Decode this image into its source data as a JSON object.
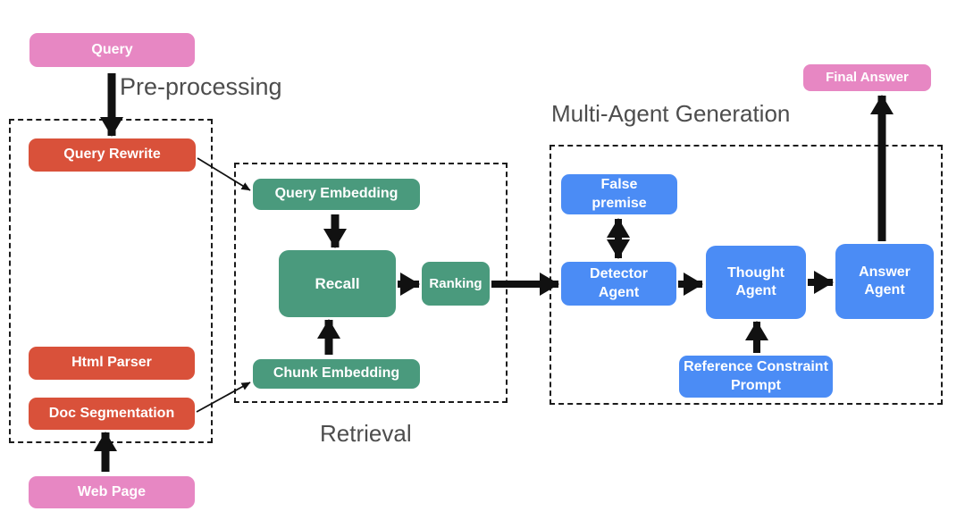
{
  "colors": {
    "pink": "#e787c3",
    "red": "#d9513a",
    "green": "#4a9a7d",
    "blue": "#4b8cf5",
    "label": "#4d4d4d",
    "arrow": "#111111"
  },
  "groups": {
    "preprocessing": {
      "label": "Pre-processing"
    },
    "retrieval": {
      "label": "Retrieval"
    },
    "multi_agent_generation": {
      "label": "Multi-Agent Generation"
    }
  },
  "nodes": {
    "query": {
      "label": "Query",
      "color": "pink"
    },
    "query_rewrite": {
      "label": "Query Rewrite",
      "color": "red"
    },
    "html_parser": {
      "label": "Html Parser",
      "color": "red"
    },
    "doc_segmentation": {
      "label": "Doc Segmentation",
      "color": "red"
    },
    "web_page": {
      "label": "Web Page",
      "color": "pink"
    },
    "query_embedding": {
      "label": "Query Embedding",
      "color": "green"
    },
    "recall": {
      "label": "Recall",
      "color": "green"
    },
    "ranking": {
      "label": "Ranking",
      "color": "green"
    },
    "chunk_embedding": {
      "label": "Chunk Embedding",
      "color": "green"
    },
    "false_premise": {
      "label": "False premise",
      "color": "blue"
    },
    "detector_agent": {
      "label": "Detector Agent",
      "color": "blue"
    },
    "thought_agent": {
      "label": "Thought Agent",
      "color": "blue"
    },
    "answer_agent": {
      "label": "Answer Agent",
      "color": "blue"
    },
    "reference_constraint_prompt": {
      "label": "Reference Constraint Prompt",
      "color": "blue"
    },
    "final_answer": {
      "label": "Final Answer",
      "color": "pink"
    }
  },
  "edges": [
    {
      "from": "query",
      "to": "query_rewrite",
      "style": "thick"
    },
    {
      "from": "query_rewrite",
      "to": "query_embedding",
      "style": "thin"
    },
    {
      "from": "web_page",
      "to": "doc_segmentation",
      "style": "thick"
    },
    {
      "from": "doc_segmentation",
      "to": "chunk_embedding",
      "style": "thin"
    },
    {
      "from": "query_embedding",
      "to": "recall",
      "style": "thick"
    },
    {
      "from": "chunk_embedding",
      "to": "recall",
      "style": "thick"
    },
    {
      "from": "recall",
      "to": "ranking",
      "style": "thick"
    },
    {
      "from": "ranking",
      "to": "detector_agent",
      "style": "thick"
    },
    {
      "from": "false_premise",
      "to": "detector_agent",
      "style": "thick-double"
    },
    {
      "from": "detector_agent",
      "to": "thought_agent",
      "style": "thick"
    },
    {
      "from": "reference_constraint_prompt",
      "to": "thought_agent",
      "style": "thick"
    },
    {
      "from": "thought_agent",
      "to": "answer_agent",
      "style": "thick"
    },
    {
      "from": "answer_agent",
      "to": "final_answer",
      "style": "thick"
    }
  ]
}
